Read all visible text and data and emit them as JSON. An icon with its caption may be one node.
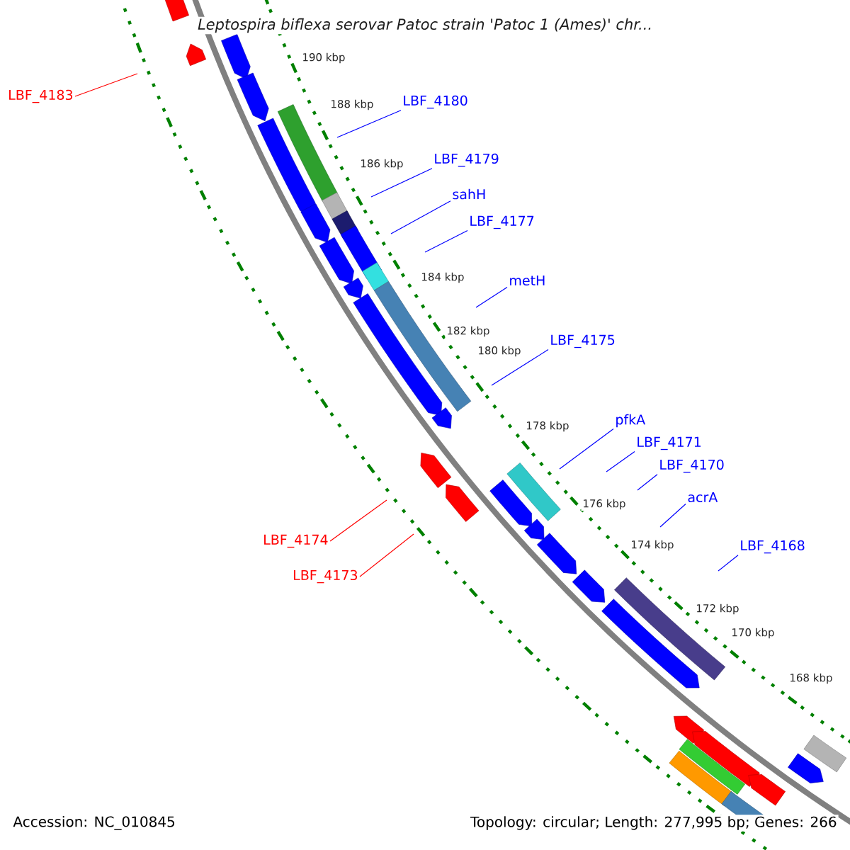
{
  "diagram": {
    "title": "Leptospira biflexa serovar Patoc strain 'Patoc 1 (Ames)' chr...",
    "nodes": [
      {
        "text": [
          "LBF_4183"
        ]
      },
      {
        "text": [
          "LBF_4180"
        ]
      },
      {
        "text": [
          "LBF_4179"
        ]
      },
      {
        "text": [
          "sahH"
        ]
      },
      {
        "text": [
          "LBF_4177"
        ]
      },
      {
        "text": [
          "metH"
        ]
      },
      {
        "text": [
          "LBF_4175"
        ]
      },
      {
        "text": [
          "pfkA"
        ]
      },
      {
        "text": [
          "LBF_4171"
        ]
      },
      {
        "text": [
          "LBF_4170"
        ]
      },
      {
        "text": [
          "acrA"
        ]
      },
      {
        "text": [
          "LBF_4174"
        ]
      },
      {
        "text": [
          "LBF_4168"
        ]
      },
      {
        "text": [
          "LBF_4173"
        ]
      }
    ],
    "edges": [
      {
        "from": 0,
        "to": null,
        "arrow": "none",
        "color": "#ff0000"
      },
      {
        "from": 1,
        "to": null,
        "arrow": "none"
      },
      {
        "from": 2,
        "to": null,
        "arrow": "none"
      },
      {
        "from": 3,
        "to": null,
        "arrow": "none"
      },
      {
        "from": 4,
        "to": null,
        "arrow": "none"
      },
      {
        "from": 5,
        "to": null,
        "arrow": "none"
      },
      {
        "from": 6,
        "to": null,
        "arrow": "none"
      },
      {
        "from": 7,
        "to": null,
        "arrow": "none"
      },
      {
        "from": 8,
        "to": null,
        "arrow": "none"
      },
      {
        "from": 9,
        "to": null,
        "arrow": "none"
      },
      {
        "from": 10,
        "to": null,
        "arrow": "none"
      },
      {
        "from": 11,
        "to": null,
        "arrow": "none",
        "color": "#ff0000"
      },
      {
        "from": 12,
        "to": null,
        "arrow": "none"
      },
      {
        "from": 13,
        "to": null,
        "arrow": "none",
        "color": "#ff0000"
      }
    ],
    "labels": [
      "190 kbp",
      "188 kbp",
      "186 kbp",
      "184 kbp",
      "182 kbp",
      "180 kbp",
      "178 kbp",
      "176 kbp",
      "174 kbp",
      "172 kbp",
      "170 kbp",
      "168 kbp",
      "Accession: NC_010845",
      "Topology: circular; Length: 277,995 bp; Genes: 266"
    ]
  }
}
